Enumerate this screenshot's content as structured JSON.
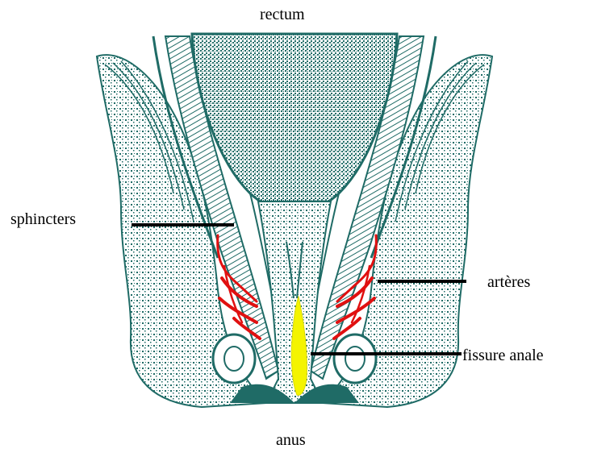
{
  "labels": {
    "top": "rectum",
    "left": "sphincters",
    "right_upper": "artères",
    "right_lower": "fissure anale",
    "bottom": "anus"
  },
  "colors": {
    "tissue": "#1f6b66",
    "tissue_light": "#9cc3bf",
    "arteries": "#e01010",
    "fissure": "#f4f400",
    "leader_lines": "#000000"
  }
}
